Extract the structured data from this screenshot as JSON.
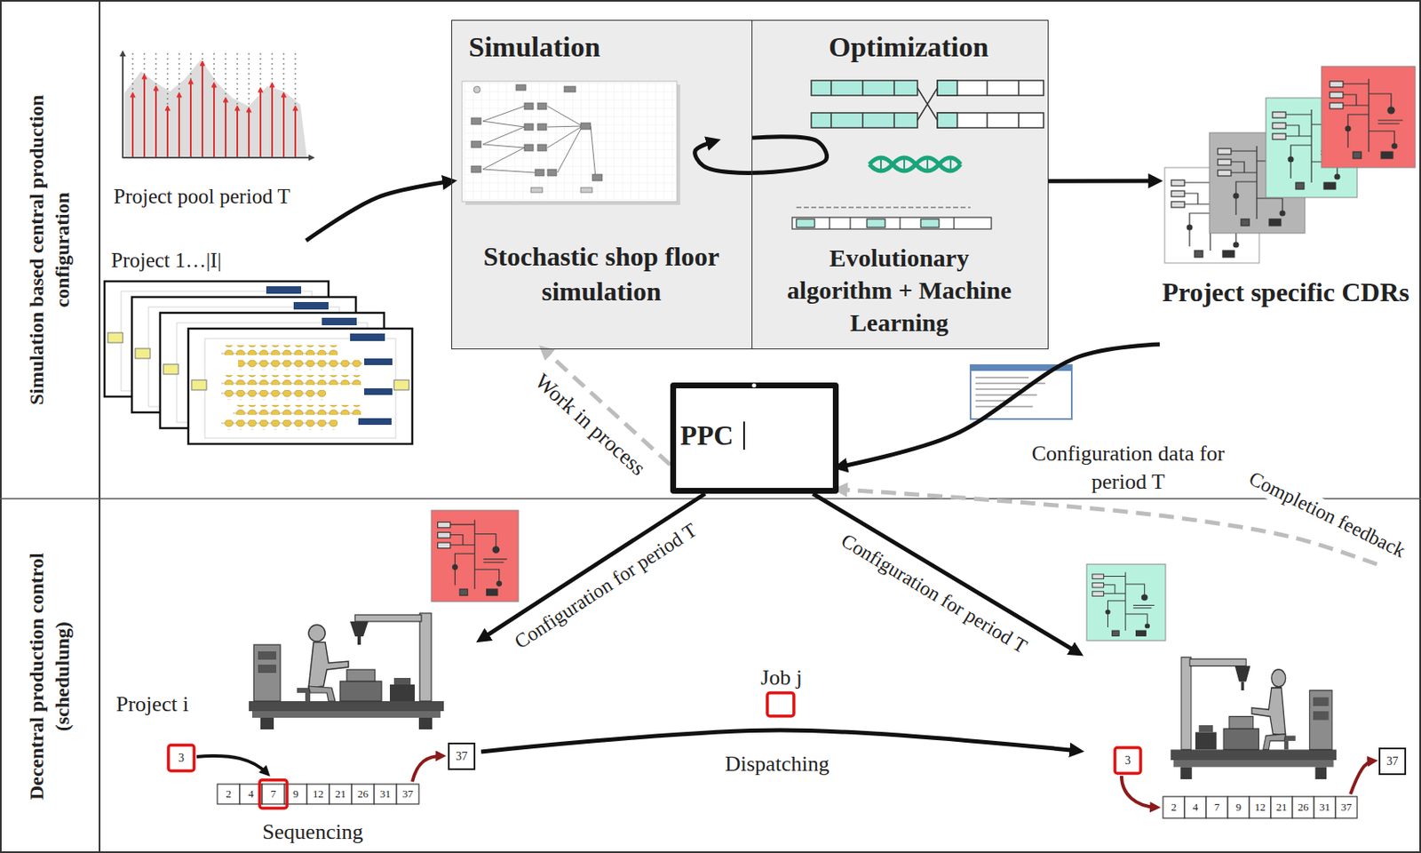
{
  "diagram": {
    "nodes": [
      {
        "text": [
          "Simulation based central production configuration"
        ]
      },
      {
        "text": [
          "Decentral production control (schedulung)"
        ]
      },
      {
        "text": [
          "Project pool period T"
        ]
      },
      {
        "text": [
          "Project 1…|I|"
        ]
      },
      {
        "text": [
          "Simulation",
          "Stochastic shop floor simulation"
        ]
      },
      {
        "text": [
          "Optimization",
          "Evolutionary algorithm + Machine Learning"
        ]
      },
      {
        "text": [
          "Project specific CDRs"
        ]
      },
      {
        "text": [
          "PPC"
        ]
      },
      {
        "text": [
          "Configuration data for period T"
        ]
      },
      {
        "text": [
          "Project i",
          "3",
          "37",
          "Sequencing"
        ]
      },
      {
        "text": [
          "3",
          "37"
        ]
      }
    ],
    "edges": [
      {
        "from": 3,
        "to": 4,
        "arrow": "to"
      },
      {
        "from": 5,
        "to": 4,
        "arrow": "to"
      },
      {
        "from": 5,
        "to": 6,
        "arrow": "to"
      },
      {
        "from": 6,
        "to": 7,
        "arrow": "to"
      },
      {
        "from": 7,
        "to": 4,
        "arrow": "to",
        "label": "Work in process"
      },
      {
        "from": 7,
        "to": 9,
        "arrow": "to",
        "label": "Configuration for period T"
      },
      {
        "from": 7,
        "to": 10,
        "arrow": "to",
        "label": "Configuration for period T"
      },
      {
        "from": 9,
        "to": 10,
        "arrow": "to",
        "label": "Dispatching"
      },
      {
        "from": 10,
        "to": 7,
        "arrow": "to",
        "label": "Completion feedback"
      }
    ],
    "labels": [
      "Job j",
      "2",
      "4",
      "7",
      "9",
      "12",
      "21",
      "26",
      "31",
      "37",
      "2",
      "4",
      "7",
      "9",
      "12",
      "21",
      "26",
      "31",
      "37"
    ]
  }
}
